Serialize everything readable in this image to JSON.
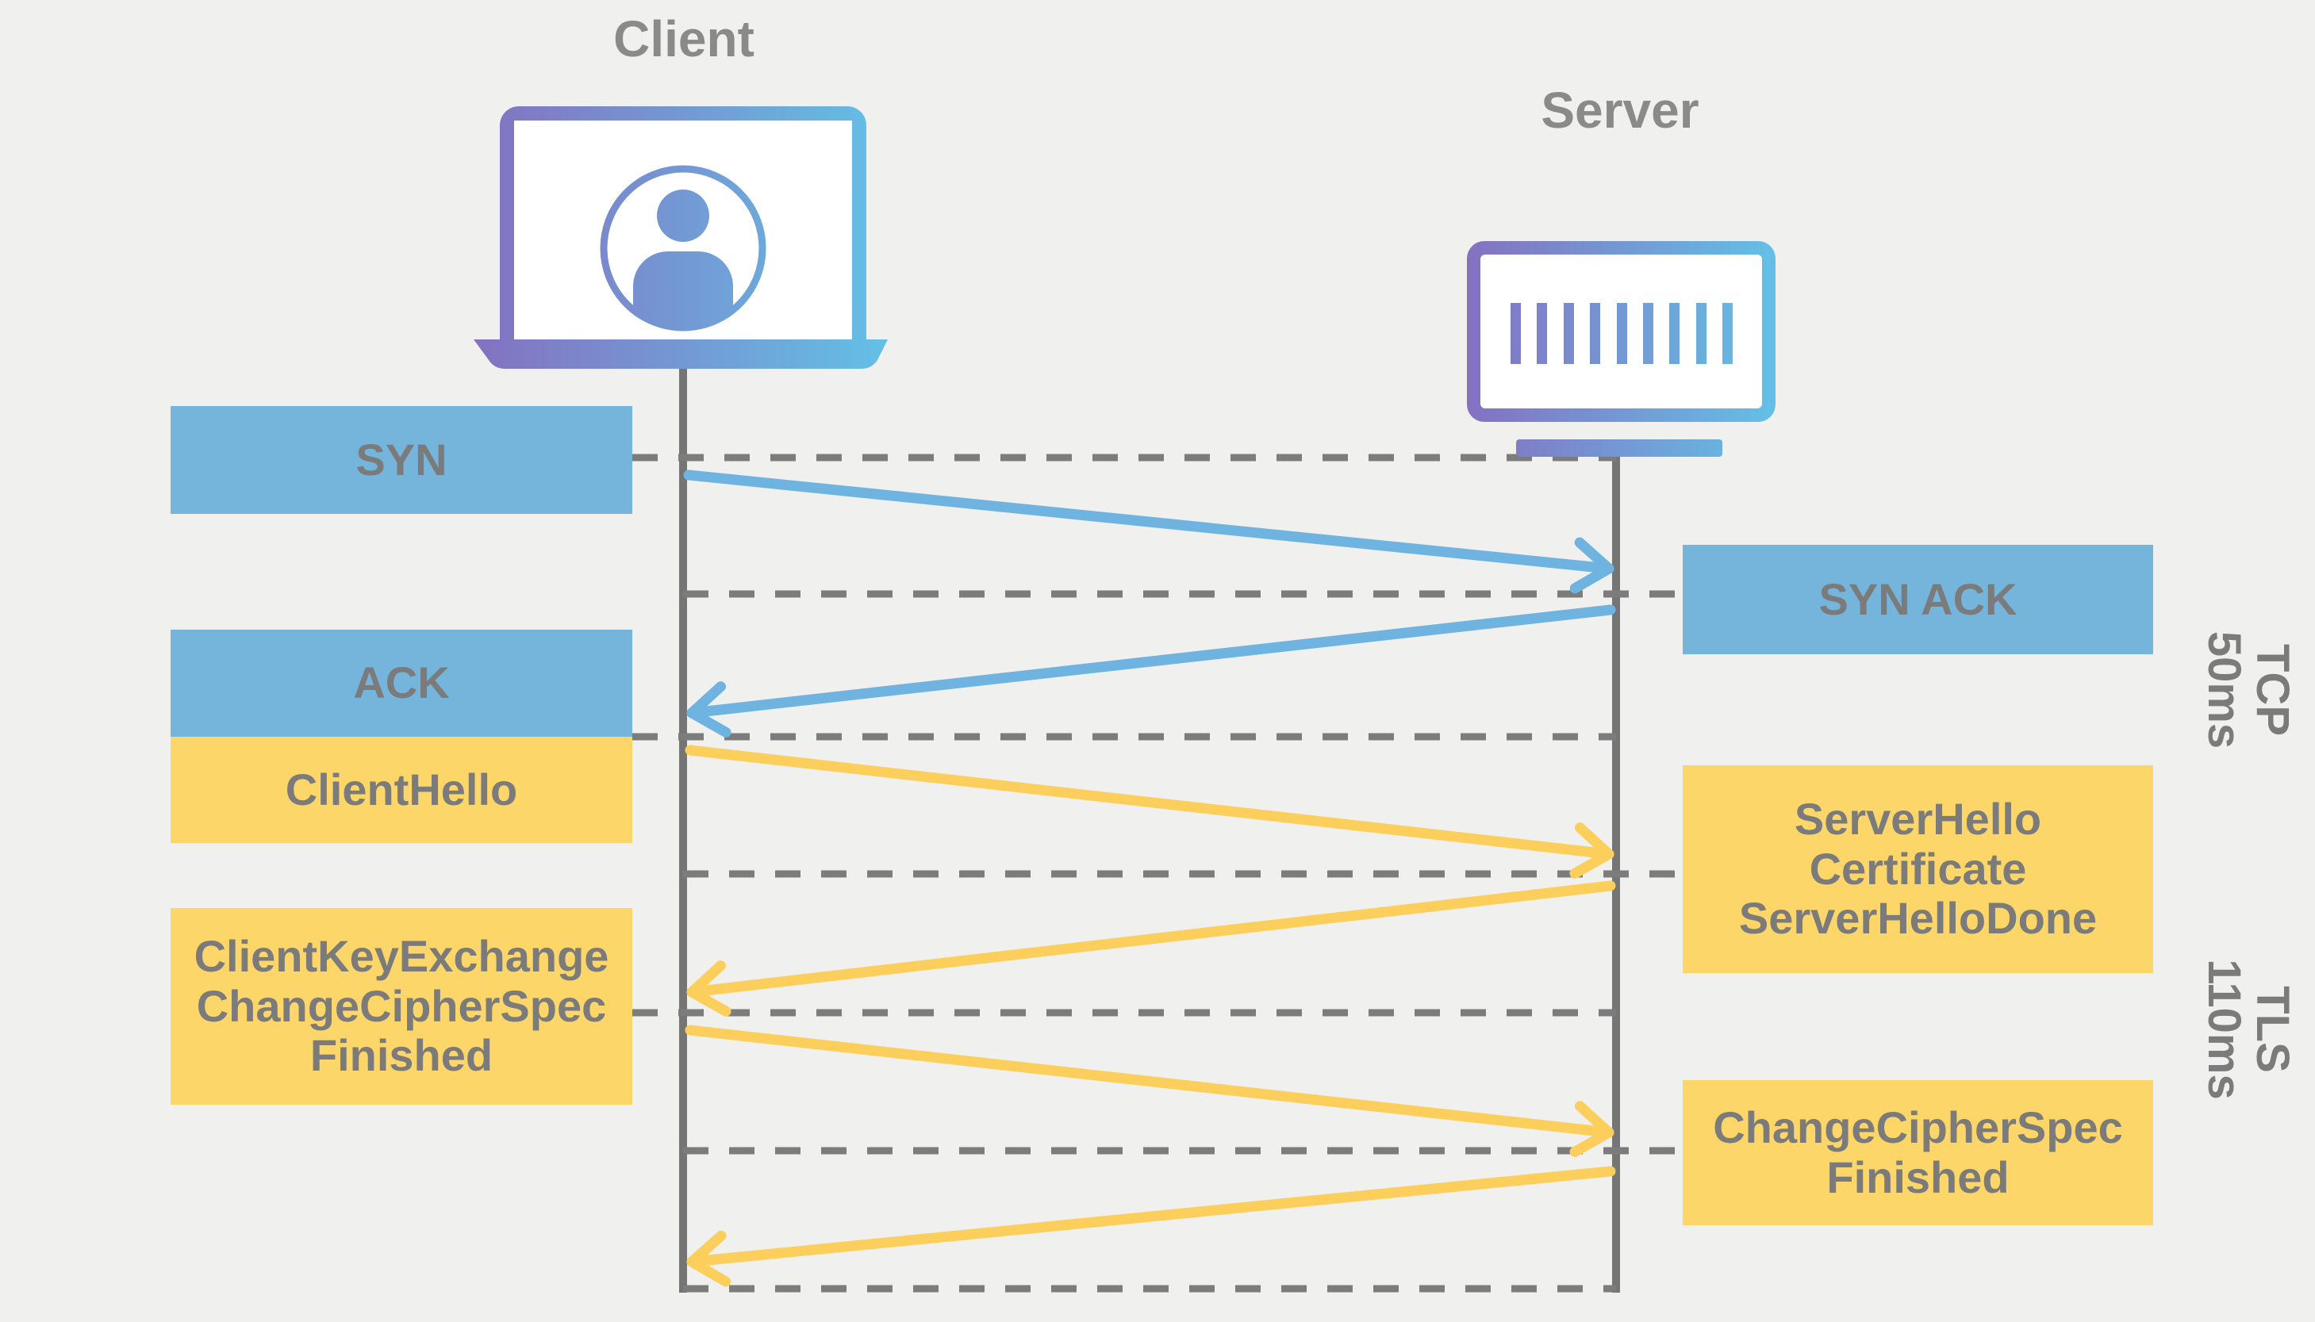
{
  "actors": {
    "client": "Client",
    "server": "Server"
  },
  "messages": {
    "syn": "SYN",
    "syn_ack": "SYN ACK",
    "ack": "ACK",
    "client_hello": "ClientHello",
    "server_hello": "ServerHello\nCertificate\nServerHelloDone",
    "client_key_exchange": "ClientKeyExchange\nChangeCipherSpec\nFinished",
    "change_cipher_spec": "ChangeCipherSpec\nFinished"
  },
  "phases": {
    "tcp": "TCP\n50ms",
    "tls": "TLS\n110ms"
  },
  "icons": {
    "client": "laptop-user-icon",
    "server": "server-rack-icon"
  },
  "colors": {
    "bg": "#f0f0ee",
    "msg-blue": "#75b5db",
    "msg-yellow": "#fdd66a",
    "arrow-blue": "#6fb3e0",
    "arrow-yellow": "#fccf5d",
    "box-text": "#7b7b7b",
    "title-text": "#8a8a8a",
    "line-gray": "#757575",
    "dash-gray": "#7c7c7c",
    "icon-purple": "#8471c1",
    "icon-blue": "#63c0e6"
  }
}
